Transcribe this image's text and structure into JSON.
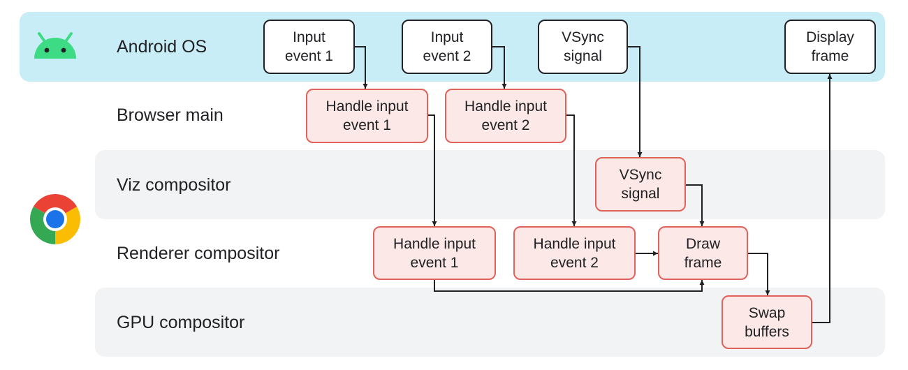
{
  "lanes": {
    "android_os": "Android OS",
    "browser_main": "Browser main",
    "viz_compositor": "Viz compositor",
    "renderer_compositor": "Renderer compositor",
    "gpu_compositor": "GPU compositor"
  },
  "boxes": {
    "os_input_event_1": "Input\nevent 1",
    "os_input_event_2": "Input\nevent 2",
    "os_vsync_signal": "VSync\nsignal",
    "os_display_frame": "Display\nframe",
    "browser_handle_input_1": "Handle input\nevent 1",
    "browser_handle_input_2": "Handle input\nevent 2",
    "viz_vsync_signal": "VSync\nsignal",
    "renderer_handle_input_1": "Handle input\nevent 1",
    "renderer_handle_input_2": "Handle input\nevent 2",
    "renderer_draw_frame": "Draw\nframe",
    "gpu_swap_buffers": "Swap\nbuffers"
  },
  "icons": {
    "android": "android-robot-logo",
    "chrome": "chrome-logo"
  },
  "colors": {
    "android_band": "#c9edf6",
    "chrome_band": "#f1f3f4",
    "os_box_border": "#202124",
    "chrome_box_fill": "#fce8e6",
    "chrome_box_border": "#e0625a",
    "android_green": "#3ddc84",
    "arrow": "#202124"
  }
}
